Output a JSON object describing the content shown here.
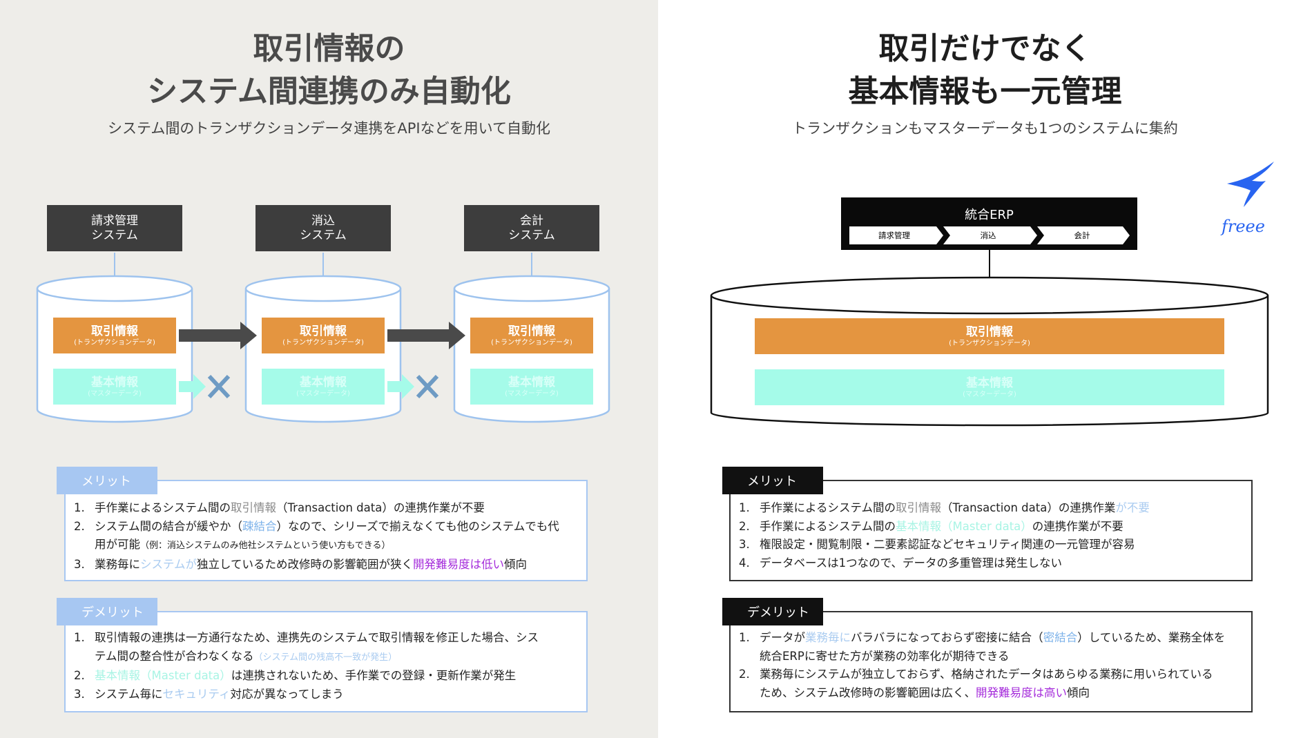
{
  "left": {
    "title_line1": "取引情報の",
    "title_line2": "システム間連携のみ自動化",
    "subtitle": "システム間のトランザクションデータ連携をAPIなどを用いて自動化",
    "systems": [
      {
        "line1": "請求管理",
        "line2": "システム"
      },
      {
        "line1": "消込",
        "line2": "システム"
      },
      {
        "line1": "会計",
        "line2": "システム"
      }
    ],
    "transaction_label": "取引情報",
    "transaction_sub": "(トランザクションデータ)",
    "master_label": "基本情報",
    "master_sub": "(マスターデータ)",
    "merit_tab": "メリット",
    "merits": [
      {
        "num": "1.",
        "a": "手作業によるシステム間の",
        "b": "取引情報",
        "c": "（Transaction data）の連携作業が不要"
      },
      {
        "num": "2.",
        "a": "システム間の結合が緩やか（",
        "b": "疎結合",
        "c": "）なので、シリーズで揃えなくても他のシステムでも代",
        "d": "用が可能",
        "e": "（例：消込システムのみ他社システムという使い方もできる）"
      },
      {
        "num": "3.",
        "a": "業務毎に",
        "b": "システムが",
        "c": "独立しているため改修時の影響範囲が狭く",
        "d": "開発難易度は低い",
        "e": "傾向"
      }
    ],
    "demerit_tab": "デメリット",
    "demerits": [
      {
        "num": "1.",
        "a": "取引情報の連携は一方通行なため、連携先のシステムで取引情報を修正した場合、シス",
        "b": "テム間の整合性が合わなくなる",
        "c": "（システム間の残高不一致が発生）"
      },
      {
        "num": "2.",
        "a": "基本情報（Master data）",
        "b": "は連携されないため、手作業での登録・更新作業が発生"
      },
      {
        "num": "3.",
        "a": "システム毎に",
        "b": "セキュリティ",
        "c": "対応が異なってしまう"
      }
    ]
  },
  "right": {
    "title_line1": "取引だけでなく",
    "title_line2": "基本情報も一元管理",
    "subtitle": "トランザクションもマスターデータも1つのシステムに集約",
    "logo_text": "freee",
    "erp_title": "統合ERP",
    "erp_steps": [
      "請求管理",
      "消込",
      "会計"
    ],
    "transaction_label": "取引情報",
    "transaction_sub": "(トランザクションデータ)",
    "master_label": "基本情報",
    "master_sub": "(マスターデータ)",
    "merit_tab": "メリット",
    "merits": [
      {
        "num": "1.",
        "a": "手作業によるシステム間の",
        "b": "取引情報",
        "c": "（Transaction data）の連携作業",
        "d": "が不要"
      },
      {
        "num": "2.",
        "a": "手作業によるシステム間の",
        "b": "基本情報（Master data）",
        "c": "の連携作業が不要"
      },
      {
        "num": "3.",
        "a": "権限設定・閲覧制限・二要素認証などセキュリティ関連の一元管理が容易"
      },
      {
        "num": "4.",
        "a": "データベースは1つなので、データの多重管理は発生しない"
      }
    ],
    "demerit_tab": "デメリット",
    "demerits": [
      {
        "num": "1.",
        "a": "データが",
        "b": "業務毎に",
        "c": "バラバラになっておらず密接に結合（",
        "d": "密結合",
        "e": "）しているため、業務全体を",
        "f": "統合ERPに寄せた方が業務の効率化が期待できる"
      },
      {
        "num": "2.",
        "a": "業務毎にシステムが独立しておらず、格納されたデータはあらゆる業務に用いられている",
        "b": "ため、システム改修時の影響範囲は広く、",
        "c": "開発難易度は高い",
        "d": "傾向"
      }
    ]
  },
  "colors": {
    "orange": "#e49540",
    "mint": "#a5fbe9",
    "light_blue": "#a7c7f2",
    "purple": "#a52cdb",
    "freee_blue": "#2864f0"
  }
}
